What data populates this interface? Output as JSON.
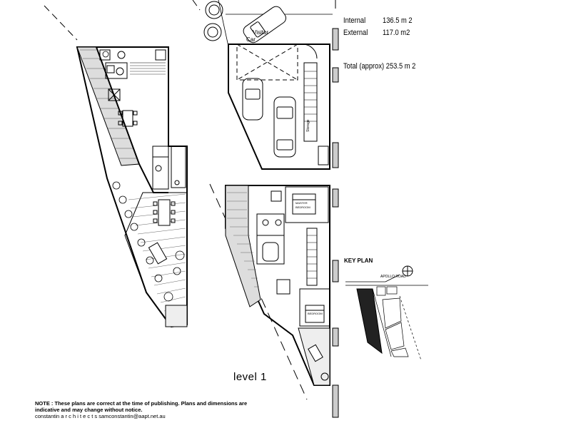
{
  "areas": {
    "internal_label": "Internal",
    "internal_value": "136.5 m 2",
    "external_label": "External",
    "external_value": "117.0 m2",
    "total_label": "Total (approx) 253.5 m 2"
  },
  "garage": {
    "visitor_label_1": "Visitor",
    "visitor_label_2": "Car",
    "storage_label": "Storage"
  },
  "level_title": "level 1",
  "key_plan": {
    "title": "KEY  PLAN",
    "road_label": "APOLLO ROAD"
  },
  "rooms": {
    "master_label_1": "MASTER",
    "master_label_2": "BEDROOM",
    "bedroom_label": "BEDROOM"
  },
  "note": {
    "line1": "NOTE : These plans are correct at the time of publishing. Plans and dimensions are",
    "line2": "indicative and may change without notice.",
    "line3": "constantin  a r c h i t e c t s       samconstantin@aapt.net.au"
  }
}
